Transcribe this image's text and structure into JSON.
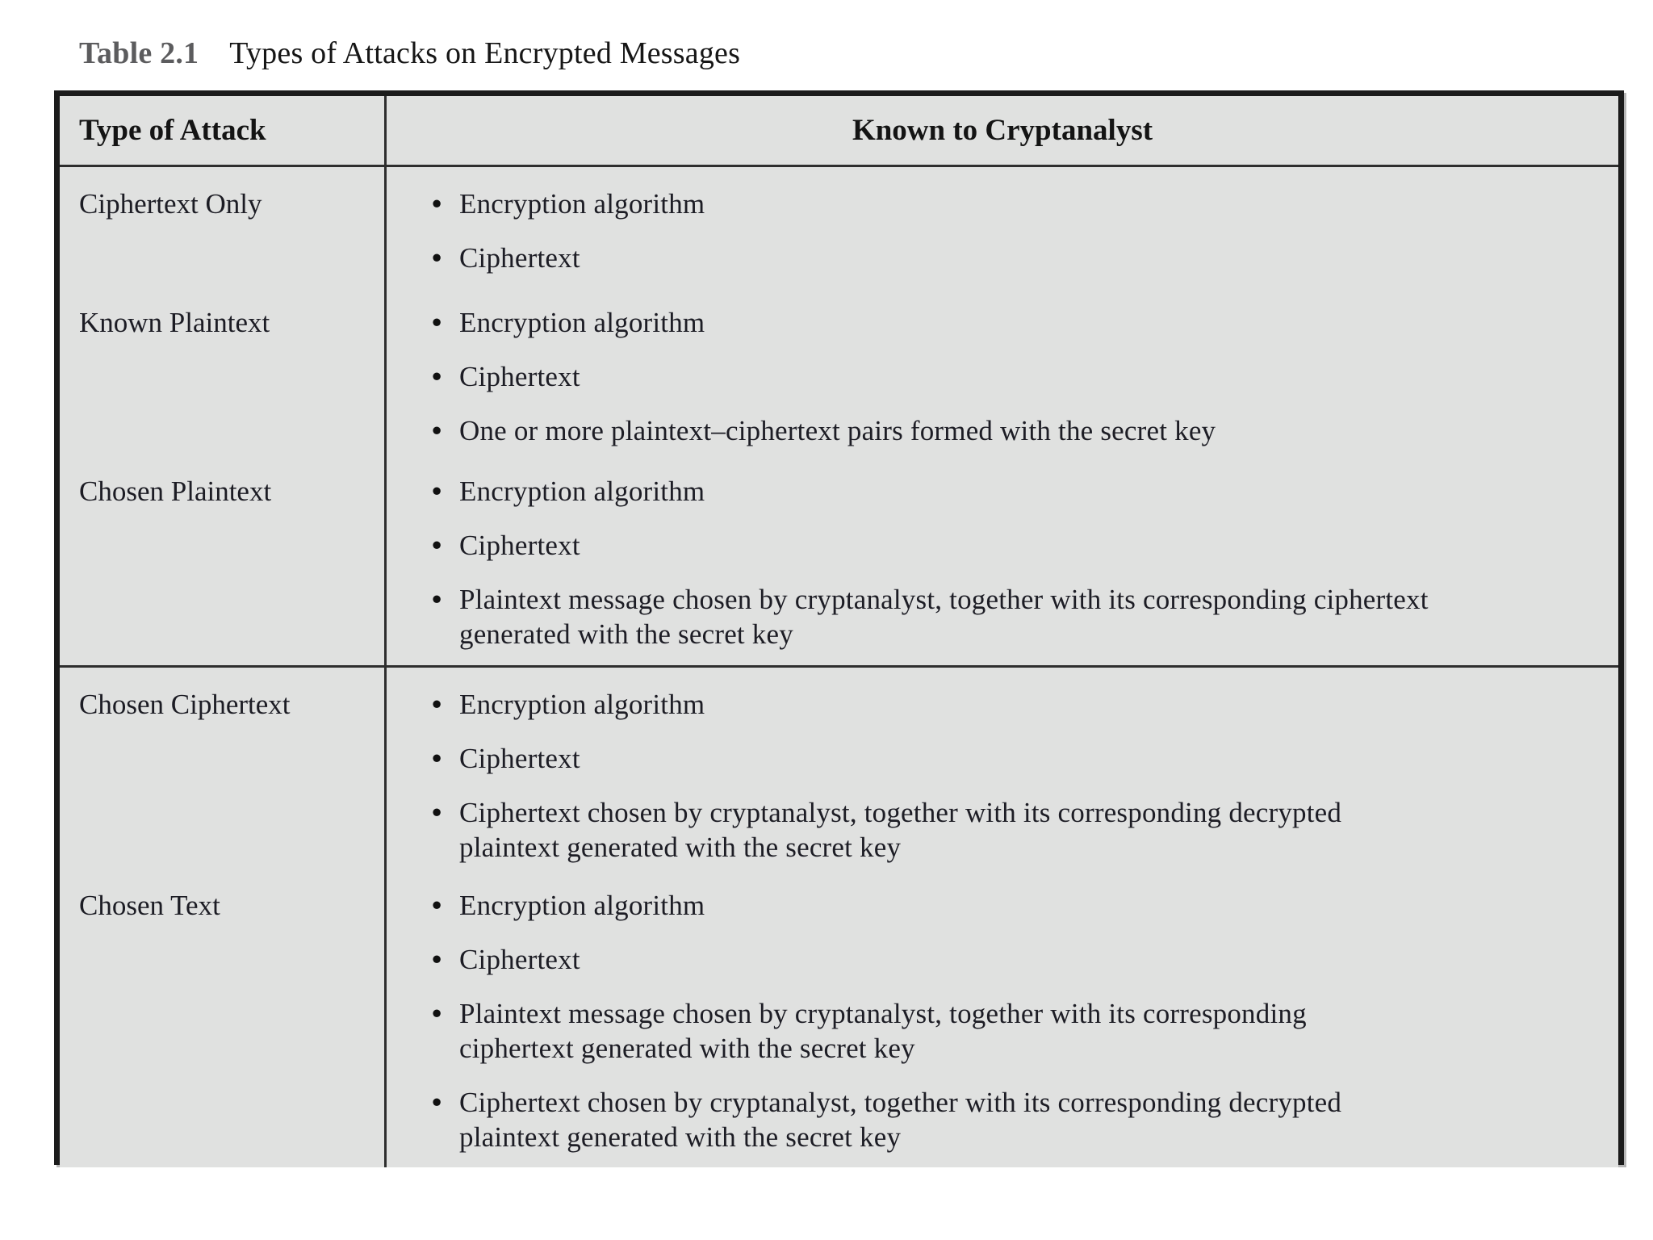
{
  "page": {
    "caption_label": "Table 2.1",
    "caption_text": "Types of Attacks on Encrypted Messages"
  },
  "table": {
    "bullet_glyph": "•",
    "columns": [
      "Type of Attack",
      "Known to Cryptanalyst"
    ],
    "rows": [
      {
        "type": "Ciphertext Only",
        "items": [
          "Encryption algorithm",
          "Ciphertext"
        ]
      },
      {
        "type": "Known Plaintext",
        "items": [
          "Encryption algorithm",
          "Ciphertext",
          "One or more plaintext–ciphertext pairs formed with the secret key"
        ]
      },
      {
        "type": "Chosen Plaintext",
        "items": [
          "Encryption algorithm",
          "Ciphertext",
          "Plaintext message chosen by cryptanalyst, together with its corresponding ciphertext\ngenerated with the secret key"
        ]
      },
      {
        "type": "Chosen Ciphertext",
        "items": [
          "Encryption algorithm",
          "Ciphertext",
          "Ciphertext chosen by cryptanalyst, together with its corresponding decrypted\nplaintext generated with the secret key"
        ]
      },
      {
        "type": "Chosen Text",
        "items": [
          "Encryption algorithm",
          "Ciphertext",
          "Plaintext message chosen by cryptanalyst, together with its corresponding\nciphertext generated with the secret key",
          "Ciphertext chosen by cryptanalyst, together with its corresponding decrypted\nplaintext generated with the secret key"
        ]
      }
    ]
  },
  "colors": {
    "page_background": "#ffffff",
    "cell_background": "#e0e1e0",
    "outer_border": "#1c1c1c",
    "inner_border": "#2e2e2e",
    "caption_label": "#5c5c5e",
    "body_text": "#1d1d25"
  }
}
